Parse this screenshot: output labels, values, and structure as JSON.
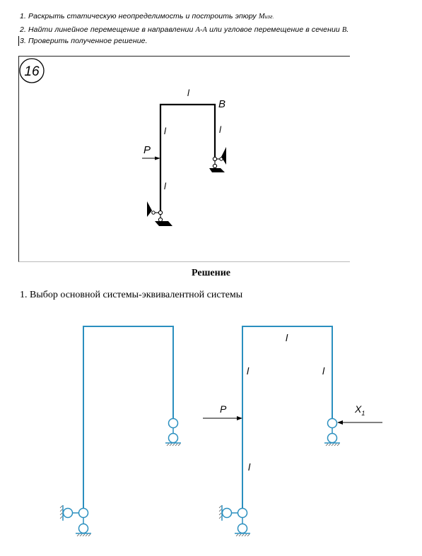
{
  "tasks": [
    "1. Раскрыть статическую неопределимость и построить эпюру",
    "2. Найти линейное перемещение в направлении",
    "3. Проверить полученное решение."
  ],
  "task_m": "M",
  "task_m_sub": "изг.",
  "task_aa": "A-A",
  "task2_mid": "или угловое перемещение в сечении",
  "task_b": "B.",
  "variant": "16",
  "labels": {
    "l": "l",
    "B": "B",
    "P": "P",
    "X": "X",
    "X_sub": "1"
  },
  "solution_title": "Решение",
  "step1": "1. Выбор основной системы-эквивалентной системы"
}
